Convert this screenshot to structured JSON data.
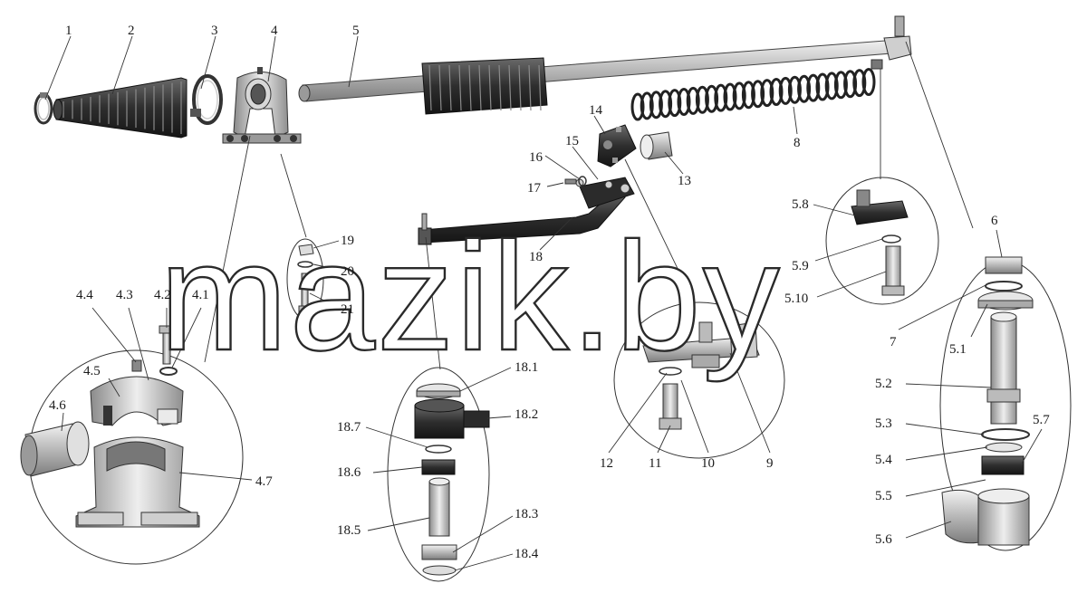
{
  "watermark": "mazik.by",
  "labels": {
    "l1": "1",
    "l2": "2",
    "l3": "3",
    "l4": "4",
    "l5": "5",
    "l6": "6",
    "l7": "7",
    "l8": "8",
    "l9": "9",
    "l10": "10",
    "l11": "11",
    "l12": "12",
    "l13": "13",
    "l14": "14",
    "l15": "15",
    "l16": "16",
    "l17": "17",
    "l18": "18",
    "l19": "19",
    "l20": "20",
    "l21": "21",
    "l4_1": "4.1",
    "l4_2": "4.2",
    "l4_3": "4.3",
    "l4_4": "4.4",
    "l4_5": "4.5",
    "l4_6": "4.6",
    "l4_7": "4.7",
    "l5_1": "5.1",
    "l5_2": "5.2",
    "l5_3": "5.3",
    "l5_4": "5.4",
    "l5_5": "5.5",
    "l5_6": "5.6",
    "l5_7": "5.7",
    "l5_8": "5.8",
    "l5_9": "5.9",
    "l5_10": "5.10",
    "l18_1": "18.1",
    "l18_2": "18.2",
    "l18_3": "18.3",
    "l18_4": "18.4",
    "l18_5": "18.5",
    "l18_6": "18.6",
    "l18_7": "18.7"
  }
}
